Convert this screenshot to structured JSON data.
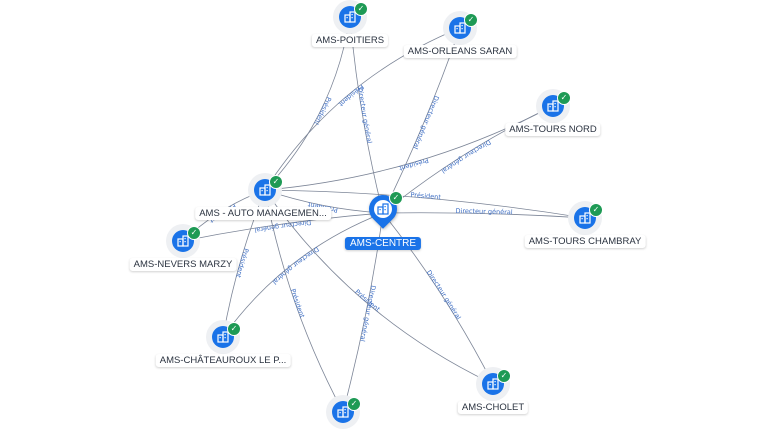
{
  "colors": {
    "node": "#1a73e8",
    "check": "#1e9a55",
    "edge": "#7c8597",
    "edge_label": "#3f6fc4"
  },
  "icons": {
    "node": "building-icon",
    "badge": "check-icon"
  },
  "center": {
    "label": "AMS-CENTRE"
  },
  "nodes": [
    {
      "id": "poitiers",
      "label": "AMS-POITIERS"
    },
    {
      "id": "orleans",
      "label": "AMS-ORLEANS SARAN"
    },
    {
      "id": "tours_nord",
      "label": "AMS-TOURS NORD"
    },
    {
      "id": "auto_mgmt",
      "label": "AMS - AUTO MANAGEMEN..."
    },
    {
      "id": "tours_chambray",
      "label": "AMS-TOURS CHAMBRAY"
    },
    {
      "id": "nevers",
      "label": "AMS-NEVERS MARZY"
    },
    {
      "id": "chateauroux",
      "label": "AMS-CHÂTEAUROUX LE P..."
    },
    {
      "id": "cholet",
      "label": "AMS-CHOLET"
    },
    {
      "id": "bottom",
      "label": ""
    }
  ],
  "edge_labels": {
    "president": "Président",
    "dg": "Directeur général"
  }
}
